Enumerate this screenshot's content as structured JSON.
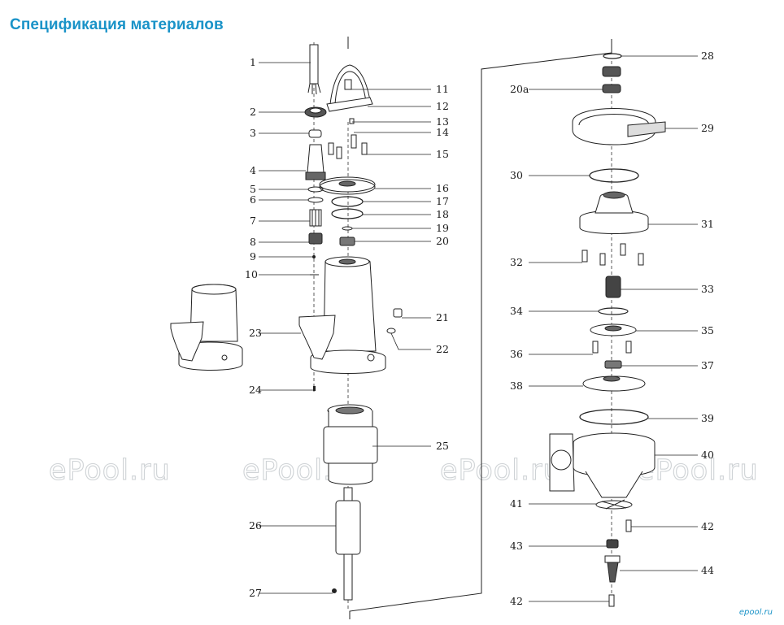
{
  "title": "Спецификация материалов",
  "watermark": "ePool.ru",
  "logo": "epool.ru",
  "colors": {
    "title": "#1a93c8",
    "line": "#1a1a1a",
    "watermark": "#cfd3d6"
  },
  "left_labels": [
    "1",
    "2",
    "3",
    "4",
    "5",
    "6",
    "7",
    "8",
    "9",
    "10",
    "23",
    "24",
    "26",
    "27"
  ],
  "mid_labels": [
    "11",
    "12",
    "13",
    "14",
    "15",
    "16",
    "17",
    "18",
    "19",
    "20",
    "21",
    "22",
    "25"
  ],
  "right_labels": [
    "28",
    "20a",
    "29",
    "30",
    "31",
    "32",
    "33",
    "34",
    "35",
    "36",
    "37",
    "38",
    "39",
    "40",
    "41",
    "42",
    "43",
    "44",
    "42"
  ]
}
